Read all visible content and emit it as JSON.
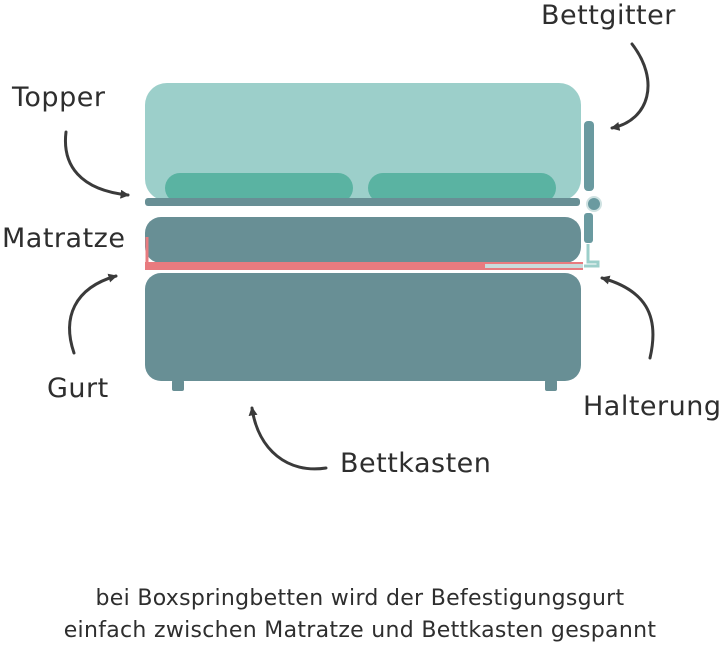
{
  "labels": {
    "topper": "Topper",
    "matratze": "Matratze",
    "gurt": "Gurt",
    "bettgitter": "Bettgitter",
    "halterung": "Halterung",
    "bettkasten": "Bettkasten"
  },
  "caption": {
    "line1": "bei Boxspringbetten wird der Befestigungsgurt",
    "line2": "einfach zwischen Matratze und Bettkasten gespannt"
  },
  "colors": {
    "topper": "#9ccfca",
    "pillow": "#5ab3a2",
    "mattress": "#688f95",
    "strap": "#e87b7f",
    "rail": "#6a9aa0",
    "arrow": "#3a3a3a",
    "text": "#2e2e2e"
  }
}
